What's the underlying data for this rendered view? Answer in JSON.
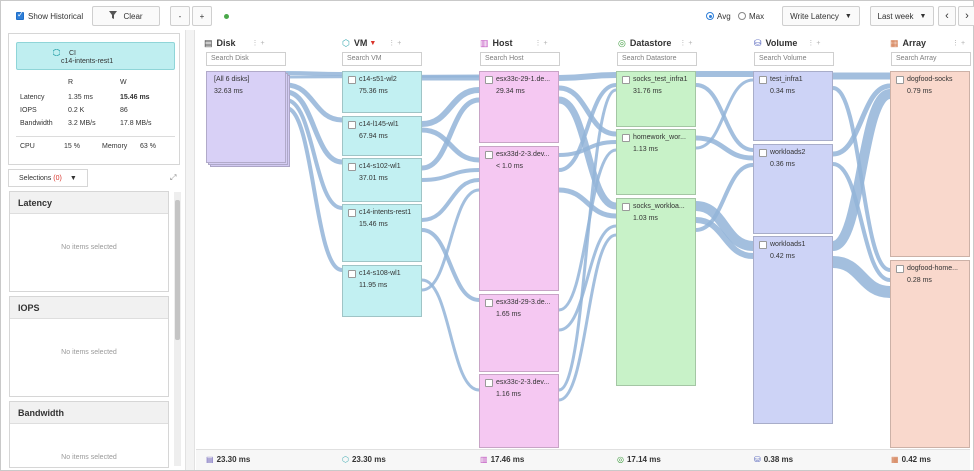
{
  "toolbar": {
    "show_historical": "Show Historical",
    "clear": "Clear",
    "minus": "-",
    "plus": "+",
    "avg": "Avg",
    "max": "Max",
    "metric": "Write Latency",
    "range": "Last week",
    "prev": "‹",
    "next": "›"
  },
  "selected_item": {
    "type": "CI",
    "name": "c14-intents-rest1"
  },
  "stats": {
    "col_r": "R",
    "col_w": "W",
    "latency": {
      "label": "Latency",
      "r": "1.35 ms",
      "w": "15.46 ms"
    },
    "iops": {
      "label": "IOPS",
      "r": "0.2 K",
      "w": "86"
    },
    "bandwidth": {
      "label": "Bandwidth",
      "r": "3.2 MB/s",
      "w": "17.8 MB/s"
    },
    "cpu": {
      "label": "CPU",
      "value": "15 %"
    },
    "memory": {
      "label": "Memory",
      "value": "63 %"
    }
  },
  "selections": {
    "label": "Selections",
    "count": "(0)"
  },
  "sections": [
    {
      "title": "Latency",
      "empty": "No items selected"
    },
    {
      "title": "IOPS",
      "empty": "No items selected"
    },
    {
      "title": "Bandwidth",
      "empty": "No items selected"
    }
  ],
  "columns": {
    "disk": {
      "title": "Disk",
      "search": "Search Disk",
      "total": "23.30 ms",
      "nodes": [
        {
          "label": "[All 6 disks]",
          "value": "32.63 ms"
        }
      ]
    },
    "vm": {
      "title": "VM",
      "search": "Search VM",
      "total": "23.30 ms",
      "nodes": [
        {
          "label": "c14-s51-wl2",
          "value": "75.36 ms"
        },
        {
          "label": "c14-l145-wl1",
          "value": "67.94 ms"
        },
        {
          "label": "c14-s102-wl1",
          "value": "37.01 ms"
        },
        {
          "label": "c14-intents-rest1",
          "value": "15.46 ms"
        },
        {
          "label": "c14-s108-wl1",
          "value": "11.95 ms"
        }
      ]
    },
    "host": {
      "title": "Host",
      "search": "Search Host",
      "total": "17.46 ms",
      "nodes": [
        {
          "label": "esx33c-29-1.de...",
          "value": "29.34 ms"
        },
        {
          "label": "esx33d-2-3.dev...",
          "value": "< 1.0 ms"
        },
        {
          "label": "esx33d-29-3.de...",
          "value": "1.65 ms"
        },
        {
          "label": "esx33c-2-3.dev...",
          "value": "1.16 ms"
        }
      ]
    },
    "datastore": {
      "title": "Datastore",
      "search": "Search Datastore",
      "total": "17.14 ms",
      "nodes": [
        {
          "label": "socks_test_infra1",
          "value": "31.76 ms"
        },
        {
          "label": "homework_wor...",
          "value": "1.13 ms"
        },
        {
          "label": "socks_workloa...",
          "value": "1.03 ms"
        }
      ]
    },
    "volume": {
      "title": "Volume",
      "search": "Search Volume",
      "total": "0.38 ms",
      "nodes": [
        {
          "label": "test_infra1",
          "value": "0.34 ms"
        },
        {
          "label": "workloads2",
          "value": "0.36 ms"
        },
        {
          "label": "workloads1",
          "value": "0.42 ms"
        }
      ]
    },
    "array": {
      "title": "Array",
      "search": "Search Array",
      "total": "0.42 ms",
      "nodes": [
        {
          "label": "dogfood-socks",
          "value": "0.79 ms"
        },
        {
          "label": "dogfood-home...",
          "value": "0.28 ms"
        }
      ]
    }
  },
  "colors": {
    "disk": "#d8d0f6",
    "vm": "#c2f0f2",
    "host": "#f5c8f2",
    "datastore": "#c8f2c8",
    "volume": "#cdd3f6",
    "array": "#f9d8cc",
    "flow": "#93b4d8",
    "accent": "#2f7fd8"
  }
}
